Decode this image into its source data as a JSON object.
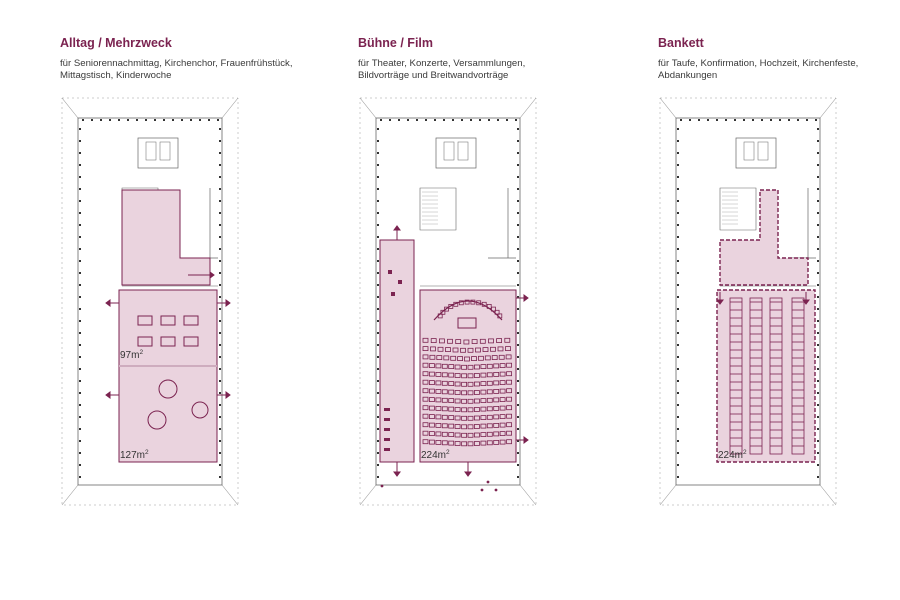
{
  "panels": [
    {
      "title": "Alltag / Mehrzweck",
      "description": [
        "für Seniorennachmittag, Kirchenchor, Frauenfrühstück,",
        "Mittagstisch, Kinderwoche"
      ],
      "area_labels": [
        {
          "value": "97m",
          "unit_sup": "2"
        },
        {
          "value": "127m",
          "unit_sup": "2"
        }
      ]
    },
    {
      "title": "Bühne / Film",
      "description": [
        "für Theater, Konzerte, Versammlungen,",
        "Bildvorträge und Breitwandvorträge"
      ],
      "area_labels": [
        {
          "value": "224m",
          "unit_sup": "2"
        }
      ]
    },
    {
      "title": "Bankett",
      "description": [
        "für Taufe, Konfirmation, Hochzeit, Kirchenfeste,",
        "Abdankungen"
      ],
      "area_labels": [
        {
          "value": "224m",
          "unit_sup": "2"
        }
      ]
    }
  ],
  "colors": {
    "accent": "#7b2350",
    "fill": "#ead3de",
    "line": "#555555",
    "grid": "#9a9a9a"
  }
}
